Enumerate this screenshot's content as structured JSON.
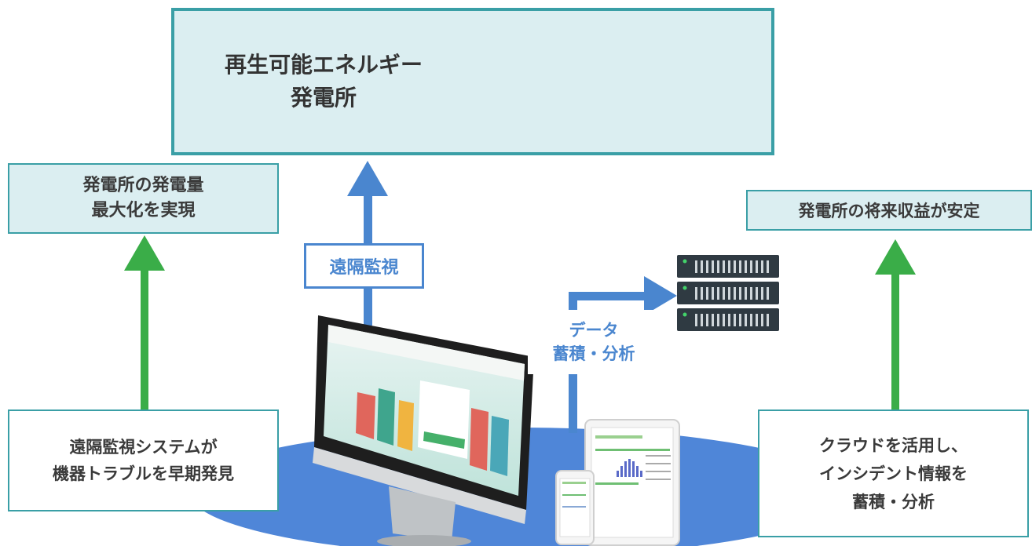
{
  "top_box": {
    "line1": "再生可能エネルギー",
    "line2": "発電所"
  },
  "left_goal": {
    "line1": "発電所の発電量",
    "line2": "最大化を実現"
  },
  "right_goal": {
    "line1": "発電所の将来収益が安定"
  },
  "left_bottom": {
    "line1": "遠隔監視システムが",
    "line2": "機器トラブルを早期発見"
  },
  "right_bottom": {
    "line1": "クラウドを活用し、",
    "line2": "インシデント情報を",
    "line3": "蓄積・分析"
  },
  "remote_label": "遠隔監視",
  "data_label": {
    "line1": "データ",
    "line2": "蓄積・分析"
  },
  "colors": {
    "teal_border": "#3a9fa6",
    "teal_fill": "#dbeef1",
    "green_arrow": "#3aad48",
    "blue": "#4a86cf",
    "ellipse": "#4f86d8"
  },
  "icons": [
    "solar-panel-photo",
    "server-rack-icon",
    "desktop-monitor-icon",
    "tablet-icon",
    "smartphone-icon"
  ]
}
